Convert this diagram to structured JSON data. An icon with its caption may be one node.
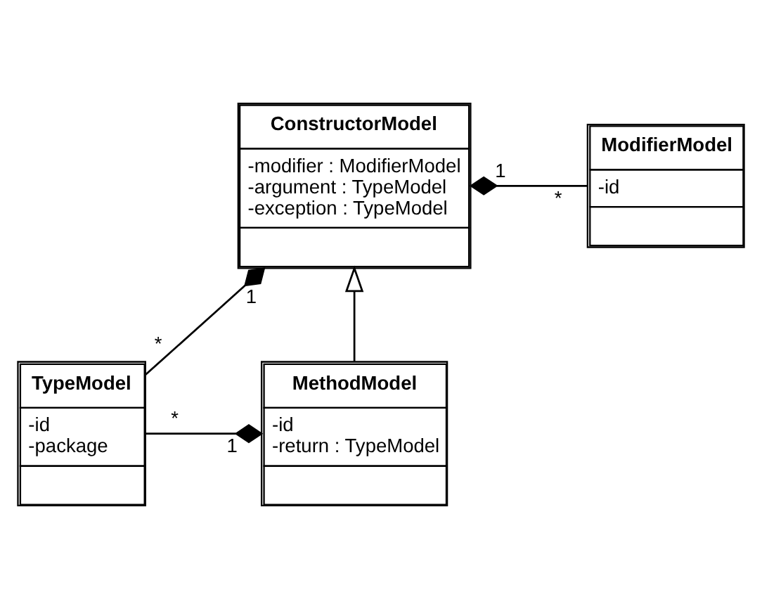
{
  "diagram": {
    "nodes": [
      {
        "text": [
          "ConstructorModel",
          "-modifier : ModifierModel",
          "-argument : TypeModel",
          "-exception : TypeModel"
        ]
      },
      {
        "text": [
          "ModifierModel",
          "-id"
        ]
      },
      {
        "text": [
          "TypeModel",
          "-id",
          "-package"
        ]
      },
      {
        "text": [
          "MethodModel",
          "-id",
          "-return : TypeModel"
        ]
      }
    ],
    "edges": [
      {
        "from": 0,
        "to": 1,
        "arrow": "other"
      },
      {
        "from": 0,
        "to": 2,
        "arrow": "other"
      },
      {
        "from": 3,
        "to": 0,
        "arrow": "to"
      },
      {
        "from": 3,
        "to": 2,
        "arrow": "other"
      }
    ],
    "labels": [
      "1",
      "*",
      "1",
      "*",
      "*",
      "1"
    ]
  }
}
